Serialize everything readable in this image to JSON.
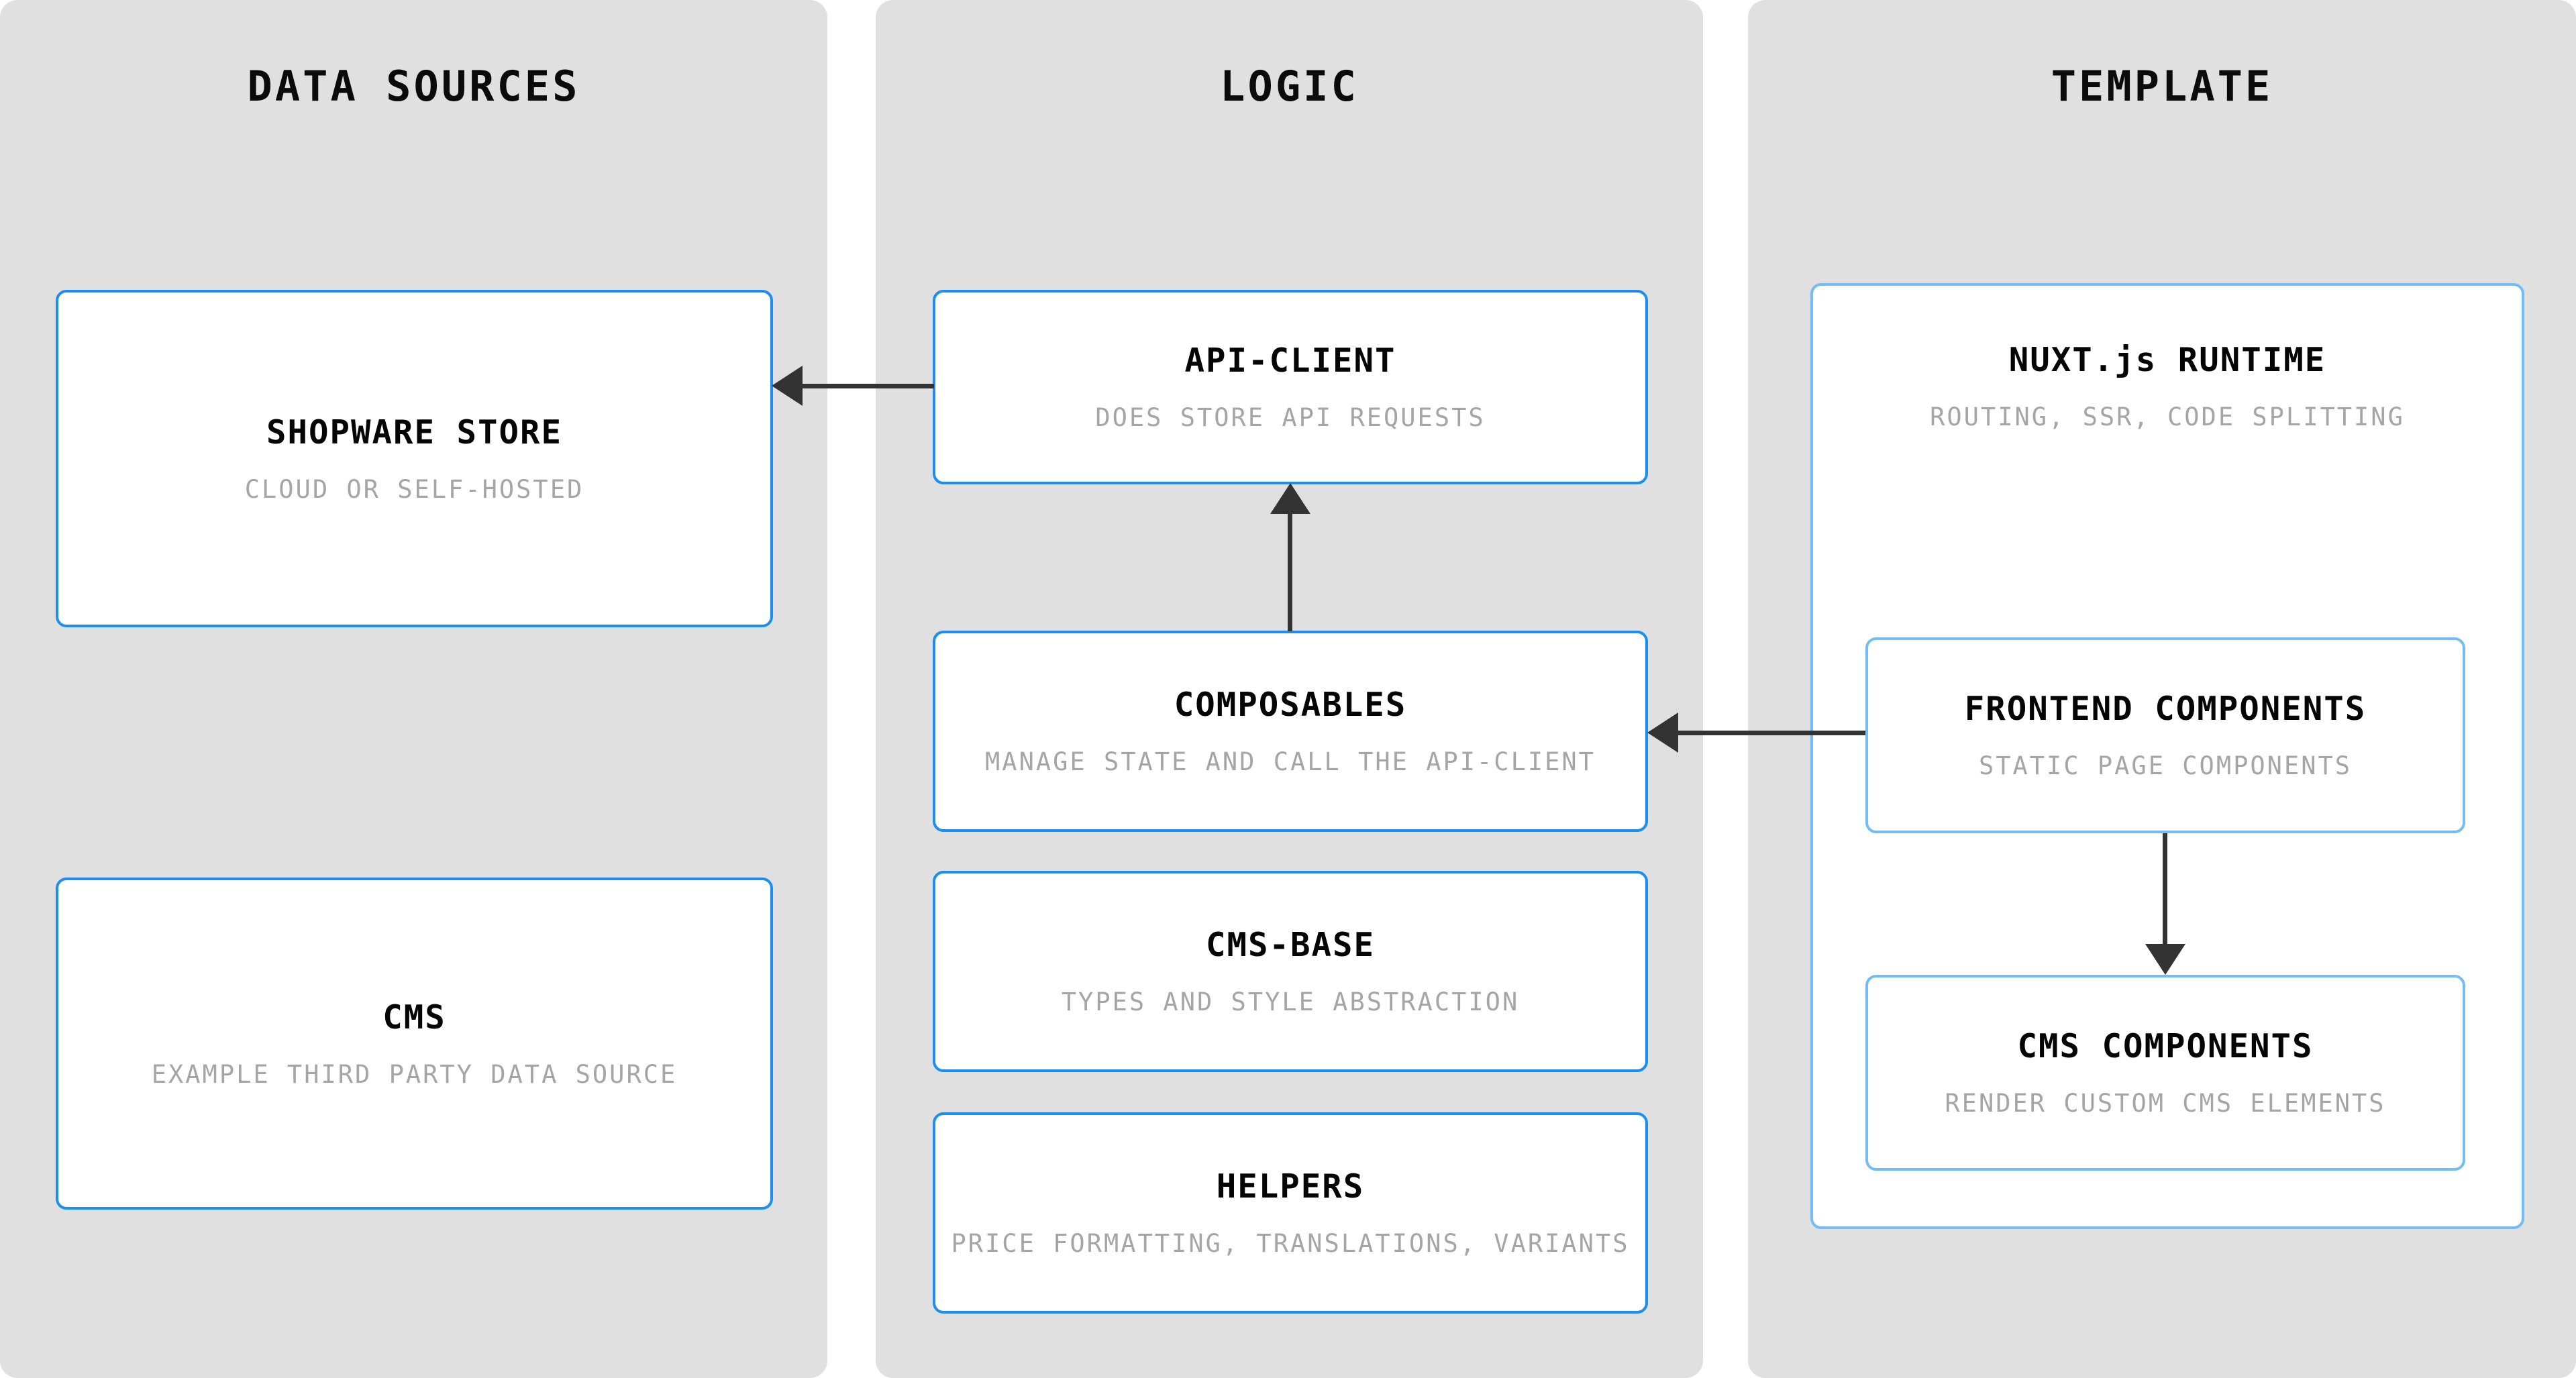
{
  "diagram": {
    "type": "architecture-layer-diagram",
    "columns": [
      {
        "id": "data-sources",
        "title": "DATA SOURCES",
        "cards": [
          {
            "id": "shopware-store",
            "title": "SHOPWARE STORE",
            "subtitle": "CLOUD OR SELF-HOSTED"
          },
          {
            "id": "cms",
            "title": "CMS",
            "subtitle": "EXAMPLE THIRD PARTY DATA SOURCE"
          }
        ]
      },
      {
        "id": "logic",
        "title": "LOGIC",
        "cards": [
          {
            "id": "api-client",
            "title": "API-CLIENT",
            "subtitle": "DOES STORE API REQUESTS"
          },
          {
            "id": "composables",
            "title": "COMPOSABLES",
            "subtitle": "MANAGE STATE AND CALL THE API-CLIENT"
          },
          {
            "id": "cms-base",
            "title": "CMS-BASE",
            "subtitle": "TYPES AND STYLE ABSTRACTION"
          },
          {
            "id": "helpers",
            "title": "HELPERS",
            "subtitle": "PRICE FORMATTING, TRANSLATIONS, VARIANTS"
          }
        ]
      },
      {
        "id": "template",
        "title": "TEMPLATE",
        "cards": [
          {
            "id": "nuxt-runtime",
            "title": "NUXT.js RUNTIME",
            "subtitle": "ROUTING, SSR, CODE SPLITTING"
          },
          {
            "id": "frontend-components",
            "title": "FRONTEND COMPONENTS",
            "subtitle": "STATIC PAGE COMPONENTS"
          },
          {
            "id": "cms-components",
            "title": "CMS COMPONENTS",
            "subtitle": "RENDER CUSTOM CMS ELEMENTS"
          }
        ]
      }
    ],
    "connections": [
      {
        "id": "api-client-to-shopware-store",
        "from": "api-client",
        "to": "shopware-store",
        "direction": "left"
      },
      {
        "id": "composables-to-api-client",
        "from": "composables",
        "to": "api-client",
        "direction": "up"
      },
      {
        "id": "frontend-components-to-composables",
        "from": "frontend-components",
        "to": "composables",
        "direction": "left"
      },
      {
        "id": "frontend-components-to-cms-components",
        "from": "frontend-components",
        "to": "cms-components",
        "direction": "down"
      }
    ],
    "colors": {
      "panel_background": "#e0e0e0",
      "card_background": "#ffffff",
      "card_border": "#1c8ef0",
      "card_border_soft": "#72bdf5",
      "title_text": "#050505",
      "subtitle_text": "#a5a5a5",
      "connector": "#333333",
      "page_background": "#ffffff"
    }
  }
}
